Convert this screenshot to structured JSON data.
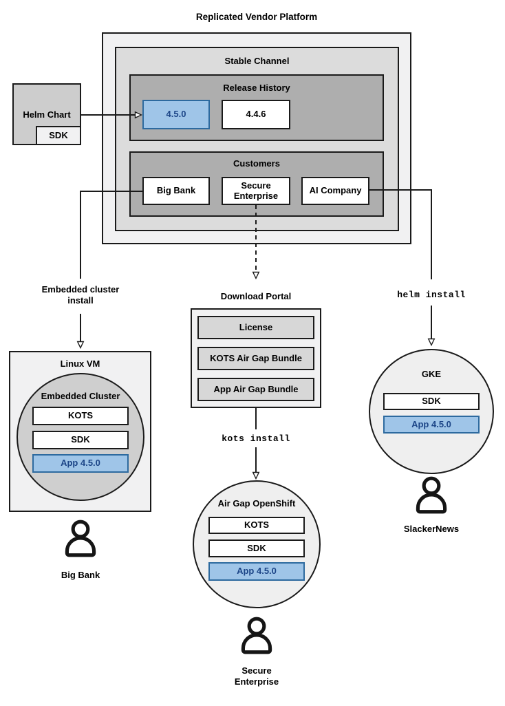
{
  "title": "Replicated Vendor Platform",
  "platform": {
    "stable_channel": {
      "label": "Stable Channel",
      "release_history": {
        "label": "Release History",
        "releases": [
          {
            "version": "4.5.0",
            "highlighted": true
          },
          {
            "version": "4.4.6",
            "highlighted": false
          }
        ]
      },
      "customers": {
        "label": "Customers",
        "items": [
          {
            "name": "Big Bank"
          },
          {
            "name": "Secure Enterprise"
          },
          {
            "name": "AI Company"
          }
        ]
      }
    }
  },
  "helm_chart": {
    "label": "Helm Chart",
    "sdk": "SDK"
  },
  "connectors": {
    "embedded_cluster_install": "Embedded cluster install",
    "kots_install": "kots install",
    "helm_install": "helm install"
  },
  "download_portal": {
    "label": "Download Portal",
    "items": [
      {
        "name": "License"
      },
      {
        "name": "KOTS Air Gap Bundle"
      },
      {
        "name": "App Air Gap Bundle"
      }
    ]
  },
  "deployments": {
    "linux_vm": {
      "label": "Linux VM",
      "cluster": "Embedded Cluster",
      "components": [
        {
          "name": "KOTS"
        },
        {
          "name": "SDK"
        }
      ],
      "app": "App 4.5.0",
      "user": "Big Bank"
    },
    "air_gap_openshift": {
      "label": "Air Gap OpenShift",
      "components": [
        {
          "name": "KOTS"
        },
        {
          "name": "SDK"
        }
      ],
      "app": "App 4.5.0",
      "user": "Secure Enterprise"
    },
    "gke": {
      "label": "GKE",
      "components": [
        {
          "name": "SDK"
        }
      ],
      "app": "App 4.5.0",
      "user": "SlackerNews"
    }
  },
  "colors": {
    "highlight_fill": "#9fc5e8",
    "highlight_border": "#2d6a9f",
    "highlight_text": "#1c4587"
  }
}
